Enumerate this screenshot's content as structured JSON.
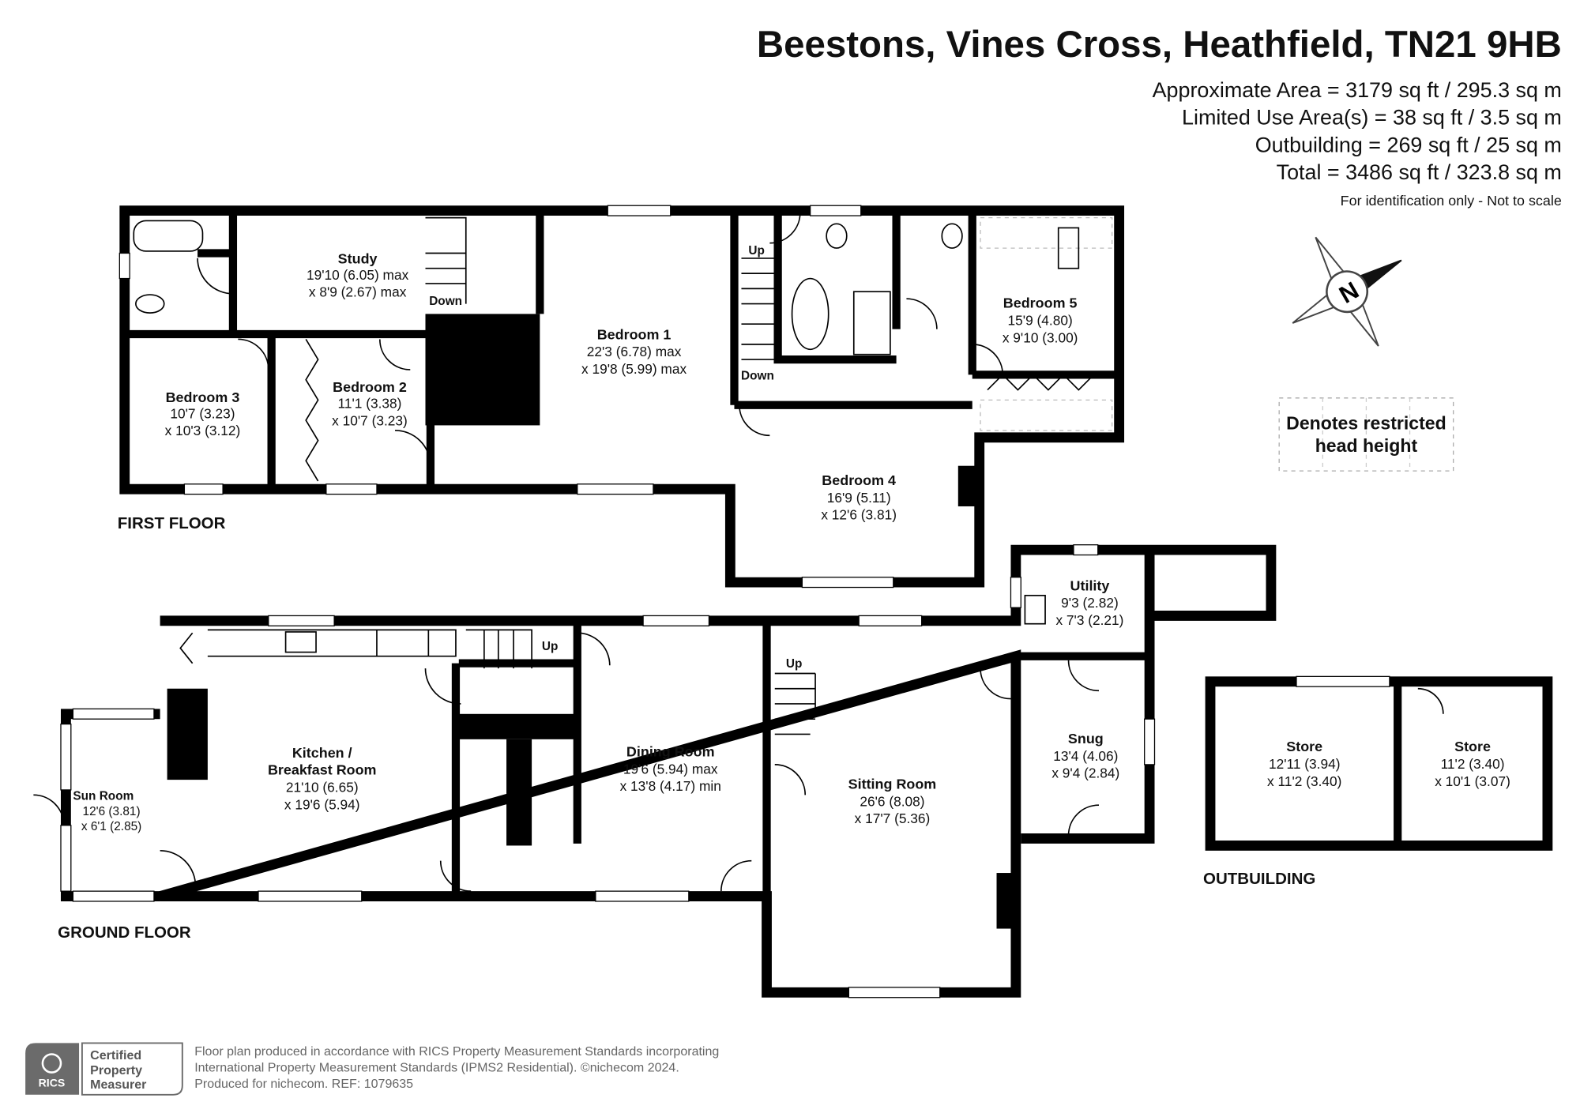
{
  "header": {
    "title": "Beestons, Vines Cross, Heathfield, TN21 9HB",
    "areas": [
      "Approximate Area = 3179 sq ft / 295.3 sq m",
      "Limited Use Area(s) = 38 sq ft / 3.5 sq m",
      "Outbuilding = 269 sq ft / 25 sq m",
      "Total = 3486 sq ft / 323.8 sq m"
    ],
    "disclaimer": "For identification only - Not to scale"
  },
  "compass": {
    "label": "N"
  },
  "legend": {
    "line1": "Denotes restricted",
    "line2": "head height"
  },
  "first_floor": {
    "label": "FIRST FLOOR",
    "rooms": {
      "study": {
        "name": "Study",
        "d1": "19'10 (6.05) max",
        "d2": "x 8'9 (2.67) max"
      },
      "bedroom1": {
        "name": "Bedroom 1",
        "d1": "22'3 (6.78) max",
        "d2": "x 19'8 (5.99) max"
      },
      "bedroom2": {
        "name": "Bedroom 2",
        "d1": "11'1 (3.38)",
        "d2": "x 10'7 (3.23)"
      },
      "bedroom3": {
        "name": "Bedroom 3",
        "d1": "10'7 (3.23)",
        "d2": "x 10'3 (3.12)"
      },
      "bedroom4": {
        "name": "Bedroom 4",
        "d1": "16'9 (5.11)",
        "d2": "x 12'6 (3.81)"
      },
      "bedroom5": {
        "name": "Bedroom 5",
        "d1": "15'9 (4.80)",
        "d2": "x 9'10 (3.00)"
      }
    },
    "stairs": {
      "study_down": "Down",
      "landing_up": "Up",
      "landing_down": "Down"
    }
  },
  "ground_floor": {
    "label": "GROUND FLOOR",
    "rooms": {
      "sun_room": {
        "name": "Sun Room",
        "d1": "12'6 (3.81)",
        "d2": "x 6'1 (2.85)"
      },
      "kitchen": {
        "name": "Kitchen /",
        "name2": "Breakfast Room",
        "d1": "21'10 (6.65)",
        "d2": "x 19'6 (5.94)"
      },
      "dining": {
        "name": "Dining Room",
        "d1": "19'6 (5.94) max",
        "d2": "x 13'8 (4.17) min"
      },
      "sitting": {
        "name": "Sitting Room",
        "d1": "26'6 (8.08)",
        "d2": "x 17'7 (5.36)"
      },
      "utility": {
        "name": "Utility",
        "d1": "9'3 (2.82)",
        "d2": "x 7'3 (2.21)"
      },
      "snug": {
        "name": "Snug",
        "d1": "13'4 (4.06)",
        "d2": "x 9'4 (2.84)"
      }
    },
    "stairs": {
      "hall_up": "Up",
      "sitting_up": "Up"
    }
  },
  "outbuilding": {
    "label": "OUTBUILDING",
    "rooms": {
      "store1": {
        "name": "Store",
        "d1": "12'11 (3.94)",
        "d2": "x 11'2 (3.40)"
      },
      "store2": {
        "name": "Store",
        "d1": "11'2 (3.40)",
        "d2": "x 10'1 (3.07)"
      }
    }
  },
  "footer": {
    "logo_text": "RICS",
    "badge": [
      "Certified",
      "Property",
      "Measurer"
    ],
    "lines": [
      "Floor plan produced in accordance with RICS Property Measurement Standards incorporating",
      "International Property Measurement Standards (IPMS2 Residential).   ©nichecom 2024.",
      "Produced for nichecom.   REF:   1079635"
    ]
  }
}
